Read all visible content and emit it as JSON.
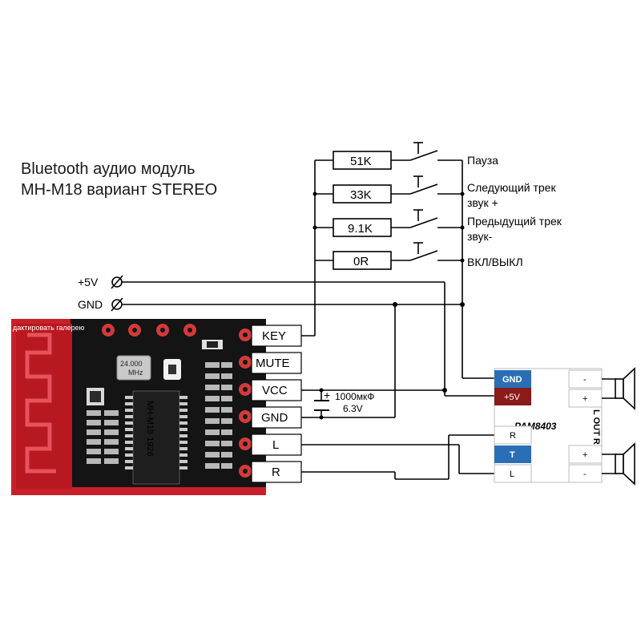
{
  "title": {
    "line1": "Bluetooth аудио модуль",
    "line2": "MH-M18 вариант STEREO"
  },
  "supply": {
    "plus5v": "+5V",
    "gnd": "GND"
  },
  "module": {
    "watermark": "дактировать галерею",
    "crystal_line1": "24.000",
    "crystal_line2": "MHz",
    "chip_text": "MH-M18 1926",
    "pins": [
      "KEY",
      "MUTE",
      "VCC",
      "GND",
      "L",
      "R"
    ]
  },
  "buttons": [
    {
      "resistor": "51K",
      "label_lines": [
        "Пауза"
      ]
    },
    {
      "resistor": "33K",
      "label_lines": [
        "Следующий трек",
        "звук +"
      ]
    },
    {
      "resistor": "9.1K",
      "label_lines": [
        "Предыдущий трек",
        "звук-"
      ]
    },
    {
      "resistor": "0R",
      "label_lines": [
        "ВКЛ/ВЫКЛ"
      ]
    }
  ],
  "capacitor": {
    "polarity": "+",
    "value": "1000мкФ",
    "voltage": "6.3V"
  },
  "amplifier": {
    "name": "PAM8403",
    "gnd": "GND",
    "plus5v": "+5V",
    "in_r": "R",
    "in_t": "T",
    "in_l": "L",
    "out_label": "L OUT R",
    "minus": "-",
    "plus": "+"
  },
  "colors": {
    "pcb_red": "#c8202a",
    "pcb_black": "#141414",
    "amp_blue": "#2a6fb5",
    "amp_darkred": "#8b1a1a"
  }
}
